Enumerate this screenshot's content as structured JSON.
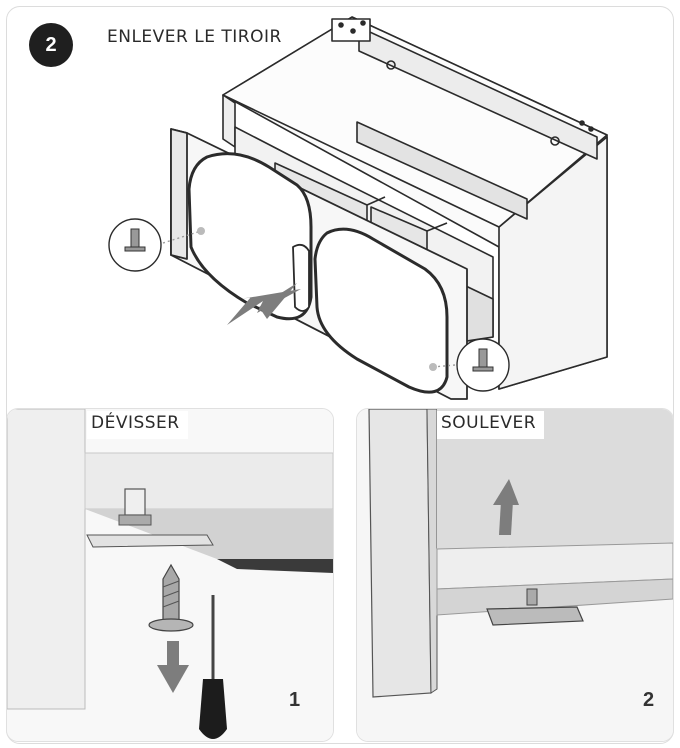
{
  "step": {
    "number": "2",
    "title": "ENLEVER LE TIROIR"
  },
  "panels": [
    {
      "label": "DÉVISSER",
      "number": "1"
    },
    {
      "label": "SOULEVER",
      "number": "2"
    }
  ],
  "colors": {
    "badge": "#1f1f1f",
    "line": "#2b2b2b",
    "arrow": "#7d7d7d",
    "shade": "#d9d9d9"
  }
}
